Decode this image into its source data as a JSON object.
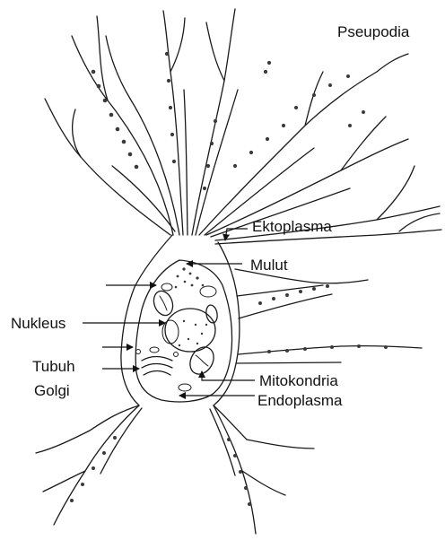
{
  "diagram": {
    "labels": {
      "pseudopodia": "Pseupodia",
      "ektoplasma": "Ektoplasma",
      "mulut": "Mulut",
      "nukleus": "Nukleus",
      "tubuh": "Tubuh",
      "golgi": "Golgi",
      "mitokondria": "Mitokondria",
      "endoplasma": "Endoplasma"
    }
  }
}
